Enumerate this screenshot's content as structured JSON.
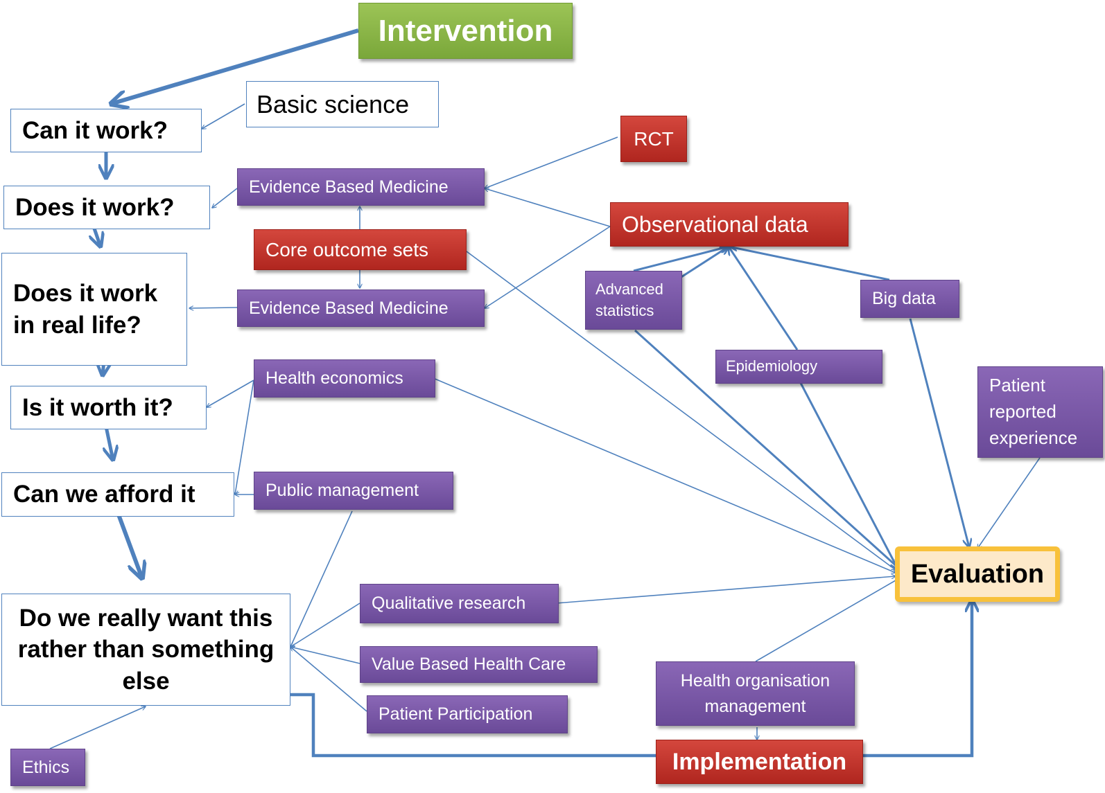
{
  "diagram": {
    "intervention": "Intervention",
    "basic_science": "Basic science",
    "q_can_it_work": "Can it work?",
    "q_does_it_work": "Does it work?",
    "q_real_life": "Does it work in real life?",
    "q_worth_it": "Is it worth it?",
    "q_afford": "Can we afford it",
    "q_rather": "Do we really want this rather than something else",
    "rct": "RCT",
    "ebm_1": "Evidence Based Medicine",
    "core_outcome_sets": "Core outcome sets",
    "ebm_2": "Evidence Based Medicine",
    "observational_data": "Observational data",
    "advanced_statistics": "Advanced statistics",
    "big_data": "Big data",
    "epidemiology": "Epidemiology",
    "health_economics": "Health economics",
    "patient_reported_experience": "Patient reported experience",
    "public_management": "Public management",
    "evaluation": "Evaluation",
    "qualitative_research": "Qualitative research",
    "value_based_health_care": "Value Based Health Care",
    "health_organisation_management": "Health organisation management",
    "patient_participation": "Patient Participation",
    "implementation": "Implementation",
    "ethics": "Ethics"
  },
  "colors": {
    "arrow": "#4f81bd",
    "purple": "#7b59a8",
    "red": "#c0342c",
    "green": "#8bb64b",
    "gold": "#f8c13b"
  }
}
